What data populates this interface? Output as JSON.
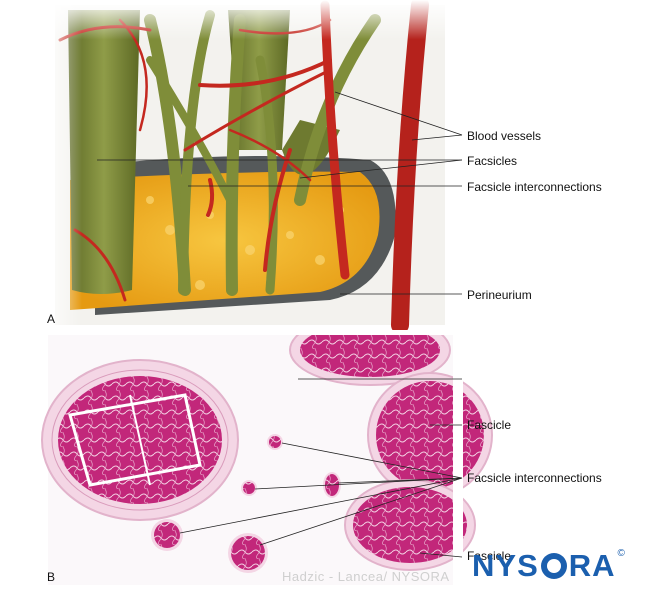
{
  "panel_a": {
    "letter": "A",
    "labels": {
      "blood_vessels": "Blood vessels",
      "facsicles": "Facsicles",
      "facsicle_interconnections": "Facsicle interconnections",
      "perineurium": "Perineurium"
    }
  },
  "panel_b": {
    "letter": "B",
    "labels": {
      "fascicle_top": "Fascicle",
      "facsicle_interconnections": "Facsicle interconnections",
      "fascicle_bottom": "Fascicle"
    }
  },
  "watermark": "Hadzic - Lancea/ NYSORA",
  "logo": {
    "text_before": "NYS",
    "text_after": "RA",
    "registered": "©"
  },
  "colors": {
    "vessel_red": "#c4281f",
    "fascicle_green": "#7d8a38",
    "fat_yellow": "#f2b21a",
    "perineurium_gray": "#6b7070",
    "tissue_magenta": "#c2277a",
    "logo_blue": "#1b5fae"
  }
}
